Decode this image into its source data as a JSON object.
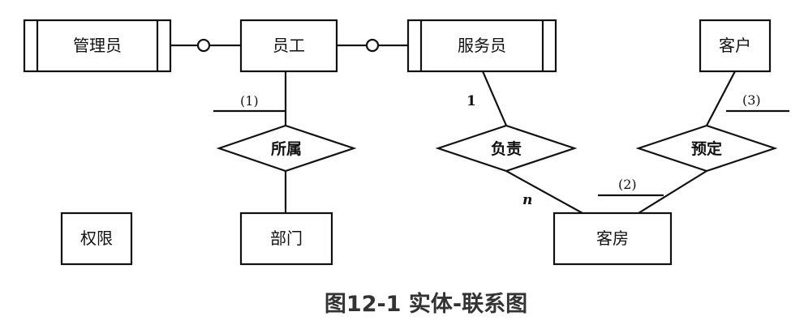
{
  "entities": {
    "admin": "管理员",
    "employee": "员工",
    "waiter": "服务员",
    "customer": "客户",
    "permission": "权限",
    "department": "部门",
    "room": "客房"
  },
  "relationships": {
    "belongs": "所属",
    "responsible": "负责",
    "reserve": "预定"
  },
  "cardinality": {
    "blank1": "(1)",
    "blank2": "(2)",
    "blank3": "(3)",
    "one": "1",
    "many": "n"
  },
  "caption": "图12-1 实体-联系图"
}
